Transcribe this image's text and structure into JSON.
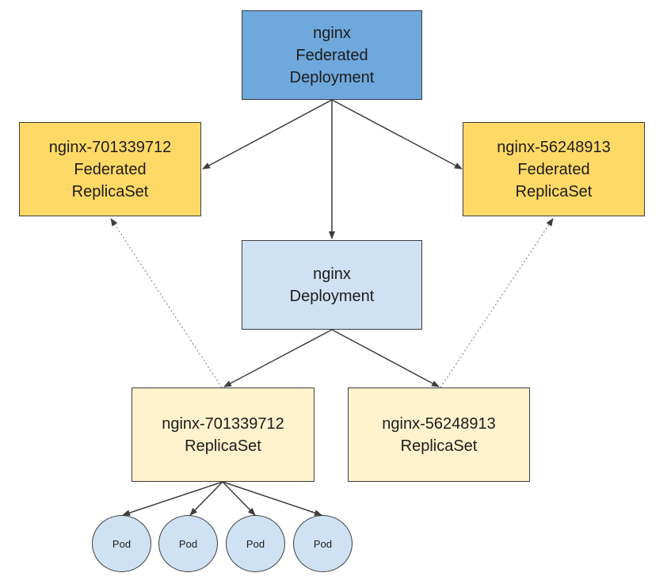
{
  "colors": {
    "federated_deployment": "#6fa8dc",
    "federated_replicaset": "#ffd966",
    "deployment": "#cfe2f3",
    "replicaset": "#fff2cc",
    "pod": "#cfe2f3",
    "edge": "#3d3d3d"
  },
  "nodes": {
    "federated_deployment": {
      "lines": [
        "nginx",
        "Federated",
        "Deployment"
      ]
    },
    "federated_replicaset_left": {
      "lines": [
        "nginx-701339712",
        "Federated",
        "ReplicaSet"
      ]
    },
    "federated_replicaset_right": {
      "lines": [
        "nginx-56248913",
        "Federated",
        "ReplicaSet"
      ]
    },
    "deployment": {
      "lines": [
        "nginx",
        "Deployment"
      ]
    },
    "replicaset_left": {
      "lines": [
        "nginx-701339712",
        "ReplicaSet"
      ]
    },
    "replicaset_right": {
      "lines": [
        "nginx-56248913",
        "ReplicaSet"
      ]
    }
  },
  "pods": [
    {
      "label": "Pod"
    },
    {
      "label": "Pod"
    },
    {
      "label": "Pod"
    },
    {
      "label": "Pod"
    }
  ],
  "edges": [
    {
      "from": "federated_deployment",
      "to": "federated_replicaset_left",
      "style": "solid"
    },
    {
      "from": "federated_deployment",
      "to": "federated_replicaset_right",
      "style": "solid"
    },
    {
      "from": "federated_deployment",
      "to": "deployment",
      "style": "solid"
    },
    {
      "from": "deployment",
      "to": "replicaset_left",
      "style": "solid"
    },
    {
      "from": "deployment",
      "to": "replicaset_right",
      "style": "solid"
    },
    {
      "from": "replicaset_left",
      "to": "federated_replicaset_left",
      "style": "dotted"
    },
    {
      "from": "replicaset_right",
      "to": "federated_replicaset_right",
      "style": "dotted"
    },
    {
      "from": "replicaset_left",
      "to": "pod_1",
      "style": "solid"
    },
    {
      "from": "replicaset_left",
      "to": "pod_2",
      "style": "solid"
    },
    {
      "from": "replicaset_left",
      "to": "pod_3",
      "style": "solid"
    },
    {
      "from": "replicaset_left",
      "to": "pod_4",
      "style": "solid"
    }
  ]
}
